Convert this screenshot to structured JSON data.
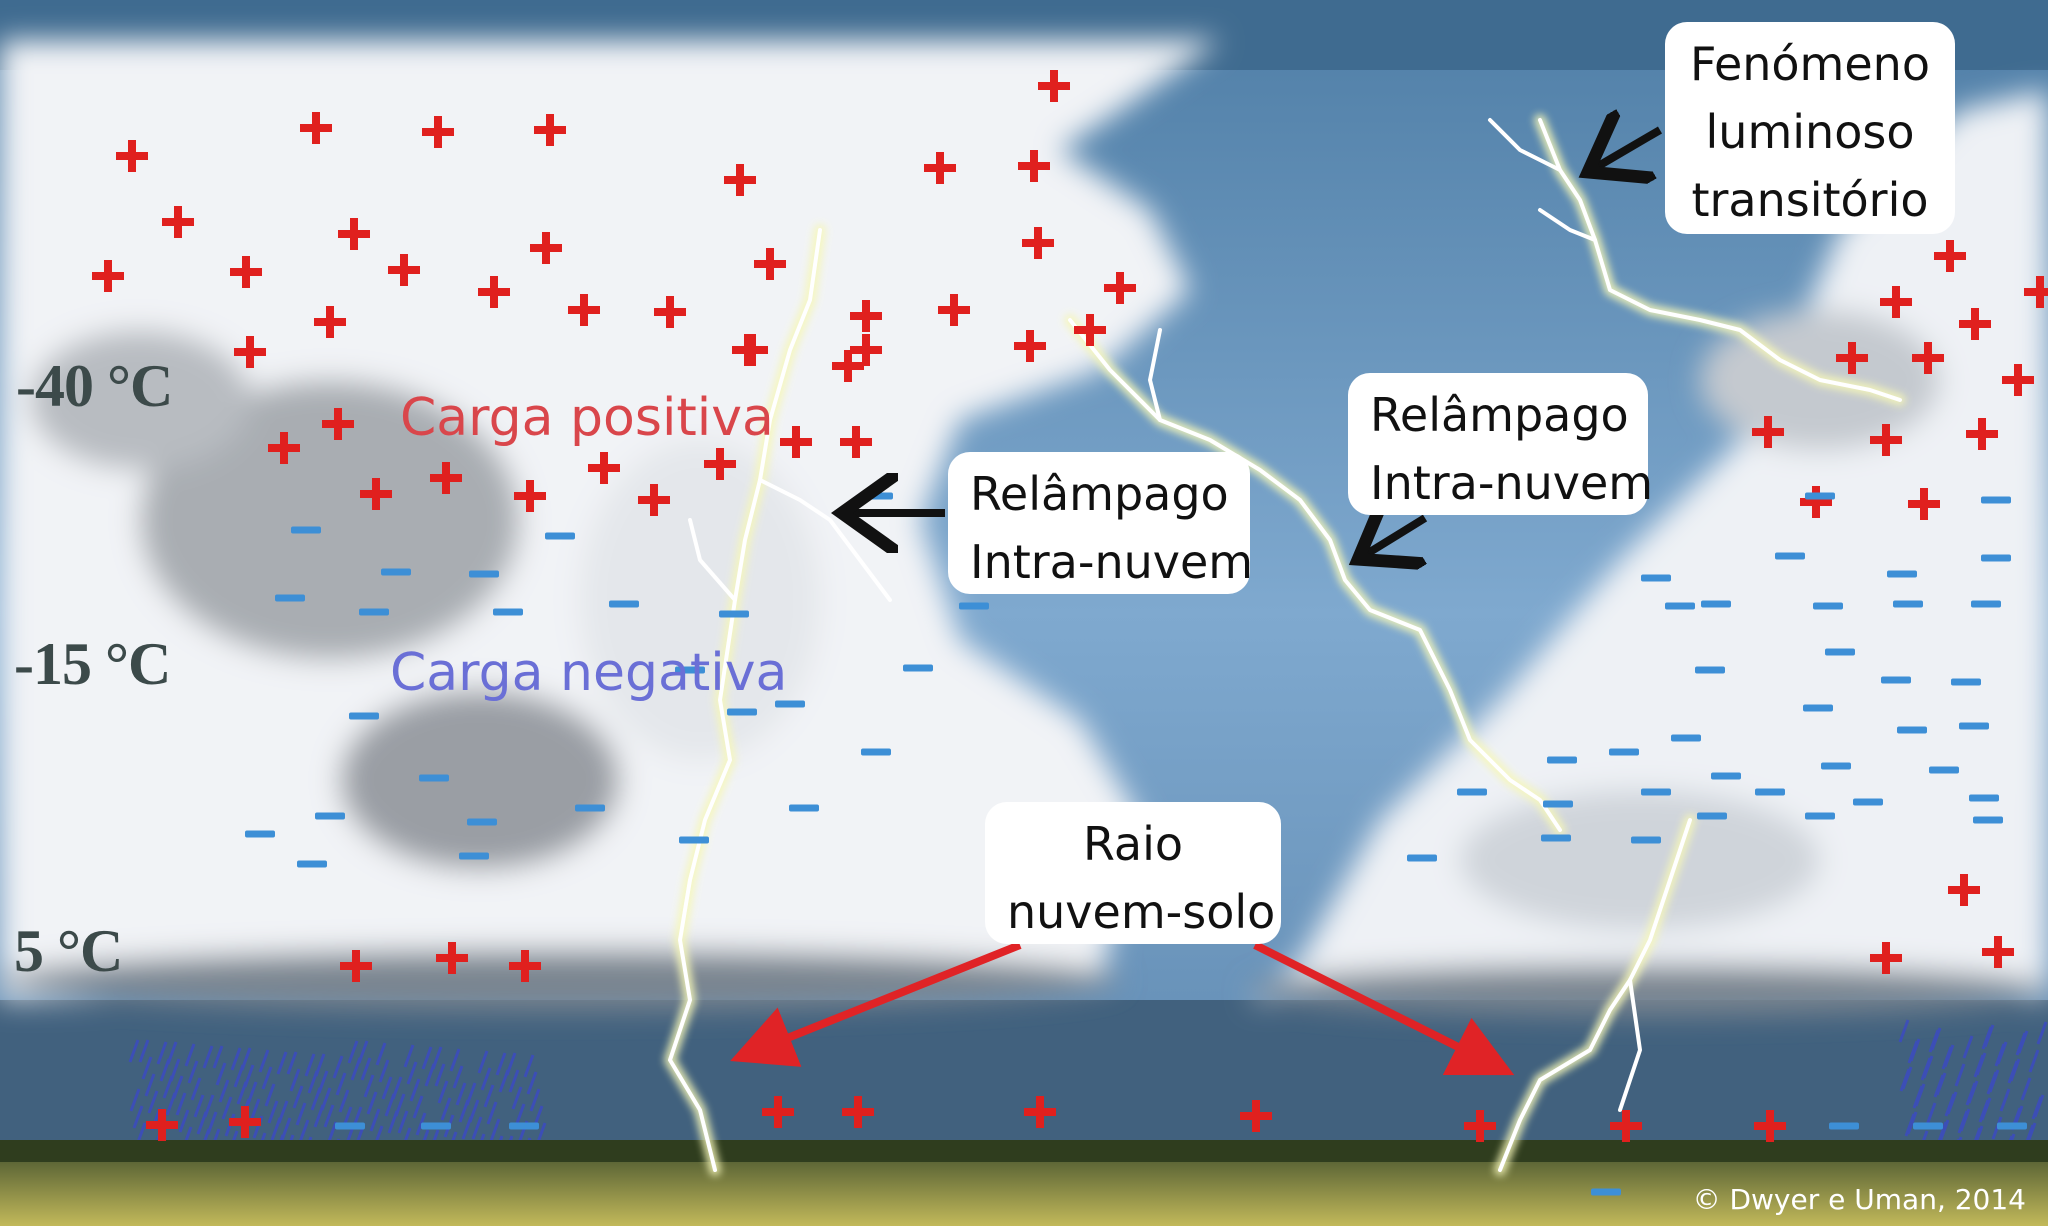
{
  "temperatures": {
    "t1": "-40 °C",
    "t2": "-15 °C",
    "t3": "5 °C"
  },
  "charges": {
    "positive_label": "Carga positiva",
    "negative_label": "Carga negativa",
    "positive_color": "#d9464b",
    "negative_color": "#6a6fd6",
    "plus_color": "#e0201e",
    "minus_color": "#3d8fd6"
  },
  "callouts": {
    "tle": [
      "Fenómeno",
      "luminoso",
      "transitório"
    ],
    "intracloud_left": [
      "Relâmpago",
      "Intra-nuvem"
    ],
    "intracloud_right": [
      "Relâmpago",
      "Intra-nuvem"
    ],
    "cloud_ground": [
      "Raio",
      "nuvem-solo"
    ]
  },
  "arrow_colors": {
    "black": "#111111",
    "red": "#e02326"
  },
  "credit": {
    "symbol": "©",
    "text": "Dwyer e Uman, 2014"
  }
}
